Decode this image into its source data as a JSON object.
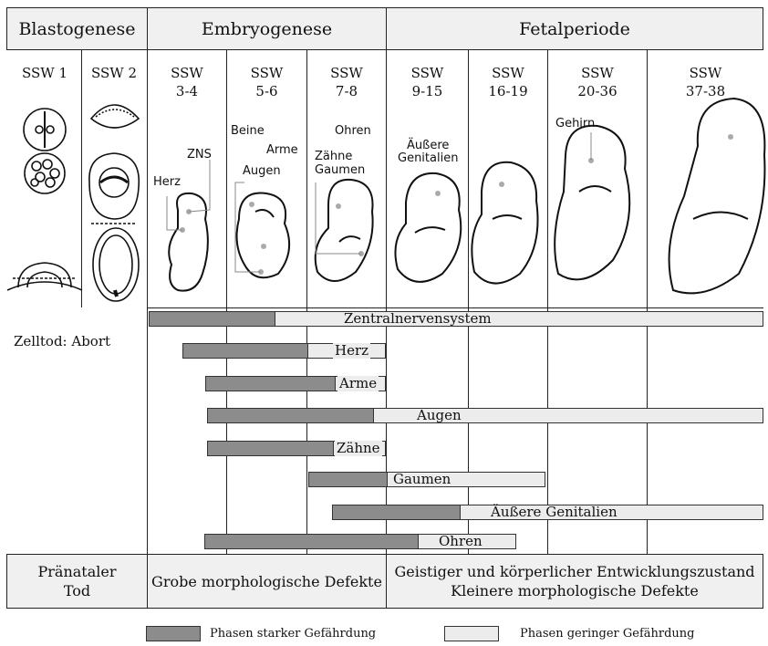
{
  "header": {
    "blastogenese": "Blastogenese",
    "embryogenese": "Embryogenese",
    "fetalperiode": "Fetalperiode"
  },
  "weeks": [
    "SSW 1",
    "SSW 2",
    "SSW\n3-4",
    "SSW\n5-6",
    "SSW\n7-8",
    "SSW\n9-15",
    "SSW\n16-19",
    "SSW\n20-36",
    "SSW\n37-38"
  ],
  "illustration_labels": {
    "herz": "Herz",
    "zns": "ZNS",
    "beine": "Beine",
    "arme": "Arme",
    "augen": "Augen",
    "zaehne": "Zähne",
    "gaumen": "Gaumen",
    "ohren": "Ohren",
    "aeussere_genitalien": "Äußere\nGenitalien",
    "gehirn": "Gehirn"
  },
  "zelltod": "Zelltod: Abort",
  "bars": [
    {
      "label": "Zentralnervensystem"
    },
    {
      "label": "Herz"
    },
    {
      "label": "Arme"
    },
    {
      "label": "Augen"
    },
    {
      "label": "Zähne"
    },
    {
      "label": "Gaumen"
    },
    {
      "label": "Äußere Genitalien"
    },
    {
      "label": "Ohren"
    }
  ],
  "footer": {
    "col1": "Pränataler\nTod",
    "col2": "Grobe morphologische Defekte",
    "col3": "Geistiger und körperlicher Entwicklungszustand\nKleinere morphologische Defekte"
  },
  "legend": {
    "strong": "Phasen starker Gefährdung",
    "weak": "Phasen geringer Gefährdung",
    "strong_color": "#8c8c8c",
    "weak_color": "#ececec"
  }
}
